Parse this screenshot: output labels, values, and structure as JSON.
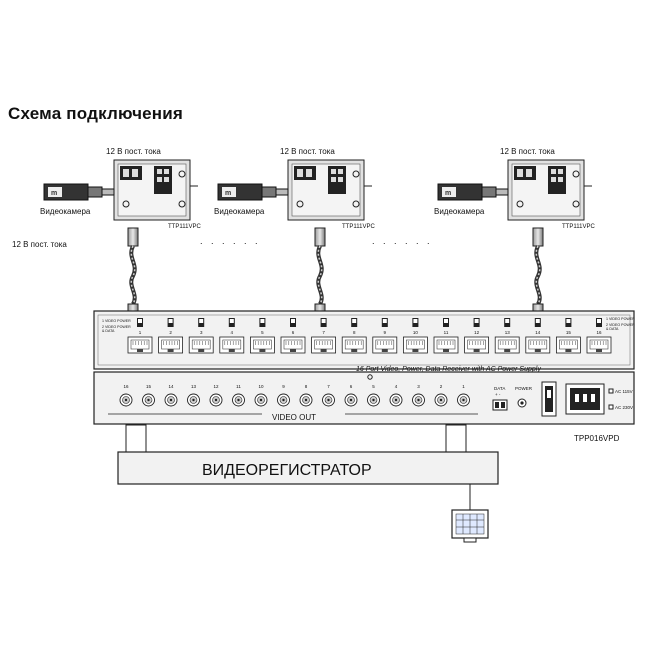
{
  "title": "Схема подключения",
  "power_label": "12 В пост. тока",
  "camera_label": "Видеокамера",
  "transceiver_model": "TTP111VPC",
  "dots": ". . . . . .",
  "receiver": {
    "caption": "16 Port Video, Power, Data Receiver with AC Power Supply",
    "model": "TPP016VPD",
    "rj45_ports": [
      "1",
      "2",
      "3",
      "4",
      "5",
      "6",
      "7",
      "8",
      "9",
      "10",
      "11",
      "12",
      "13",
      "14",
      "15",
      "16"
    ],
    "video_outputs": [
      "16",
      "15",
      "14",
      "13",
      "12",
      "11",
      "10",
      "9",
      "8",
      "7",
      "6",
      "5",
      "4",
      "3",
      "2",
      "1"
    ],
    "video_out_label": "VIDEO OUT",
    "left_switch_labels": [
      "1 VIDEO POWER",
      "2 VIDEO POWER",
      "& DATA"
    ],
    "right_switch_labels": [
      "1 VIDEO POWER",
      "2 VIDEO POWER",
      "& DATA"
    ],
    "data_label": "DATA",
    "data_polarity": "+ -",
    "power_label": "POWER",
    "ac_options": [
      "AC 115V",
      "AC 230V"
    ]
  },
  "recorder_label": "ВИДЕОРЕГИСТРАТОР",
  "icons": [
    "camera-icon",
    "transceiver-icon",
    "rj45-plug-icon",
    "cable-icon",
    "bnc-connector-icon",
    "power-socket-icon",
    "monitor-icon"
  ]
}
